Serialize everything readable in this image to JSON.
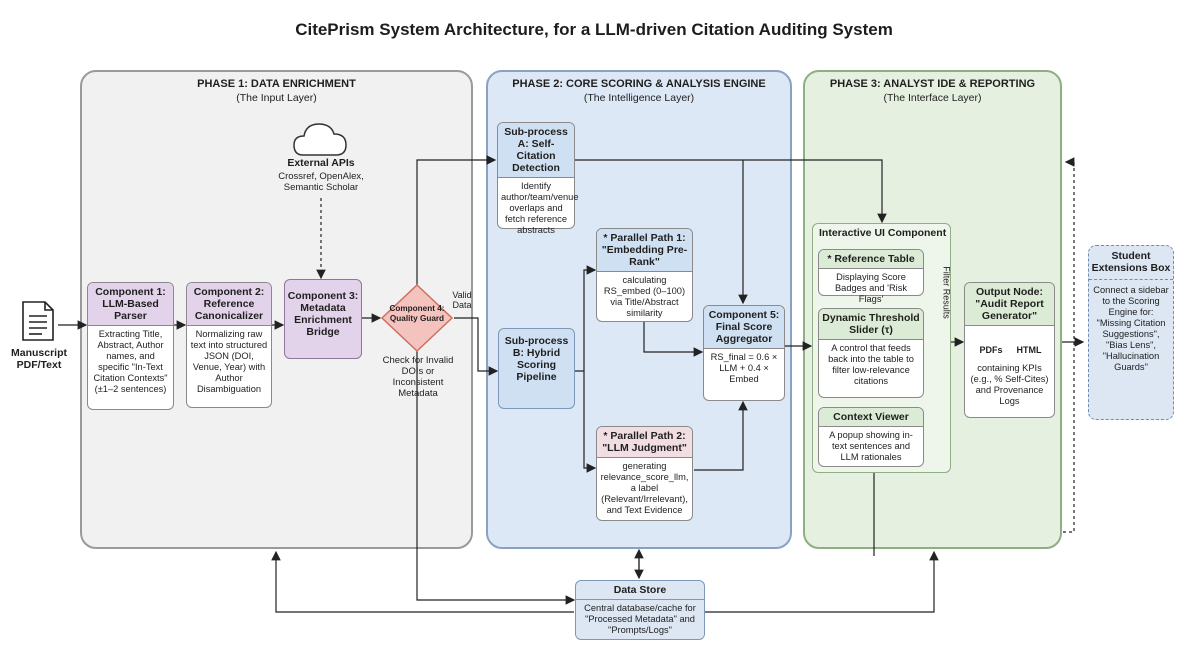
{
  "title": "CitePrism System Architecture, for a LLM-driven Citation Auditing System",
  "phases": [
    {
      "title": "PHASE 1: DATA ENRICHMENT",
      "subtitle": "(The Input Layer)"
    },
    {
      "title": "PHASE 2: CORE SCORING & ANALYSIS ENGINE",
      "subtitle": "(The Intelligence Layer)"
    },
    {
      "title": "PHASE 3: ANALYST IDE & REPORTING",
      "subtitle": "(The Interface Layer)"
    }
  ],
  "manuscript": {
    "label": "Manuscript PDF/Text",
    "icon": "document-icon"
  },
  "external_apis": {
    "title": "External APIs",
    "desc": "Crossref, OpenAlex, Semantic Scholar",
    "icon": "cloud-icon"
  },
  "component1": {
    "title": "Component 1: LLM-Based Parser",
    "desc": "Extracting Title, Abstract, Author names, and specific \"In-Text Citation Contexts\" (±1–2 sentences)"
  },
  "component2": {
    "title": "Component 2: Reference Canonicalizer",
    "desc": "Normalizing raw text into structured JSON (DOI, Venue, Year) with Author Disambiguation"
  },
  "component3": {
    "title": "Component 3: Metadata Enrichment Bridge"
  },
  "component4": {
    "title": "Component 4: Quality Guard",
    "valid": "Valid Data",
    "desc": "Check for Invalid DOIs or Inconsistent Metadata"
  },
  "subA": {
    "title": "Sub-process A: Self-Citation Detection",
    "desc": "Identify author/team/venue overlaps and fetch reference abstracts"
  },
  "subB": {
    "title": "Sub-process B: Hybrid Scoring Pipeline"
  },
  "path1": {
    "title": "* Parallel Path 1: \"Embedding Pre-Rank\"",
    "desc": "calculating RS_embed (0–100) via Title/Abstract similarity"
  },
  "path2": {
    "title": "* Parallel Path 2: \"LLM Judgment\"",
    "desc": "generating relevance_score_llm, a label (Relevant/Irrelevant), and Text Evidence"
  },
  "component5": {
    "title": "Component 5: Final Score Aggregator",
    "desc": "RS_final = 0.6 × LLM + 0.4 × Embed"
  },
  "ui_component": {
    "title": "Interactive UI Component"
  },
  "ref_table": {
    "title": "* Reference Table",
    "desc": "Displaying Score Badges and 'Risk Flags'"
  },
  "filter_label": "Filter Results",
  "threshold": {
    "title": "Dynamic Threshold Slider (τ)",
    "desc": "A control that feeds back into the table to filter low-relevance citations"
  },
  "context_viewer": {
    "title": "Context Viewer",
    "desc": "A popup showing in-text sentences and LLM rationales"
  },
  "output_node": {
    "title": "Output Node: \"Audit Report Generator\"",
    "pdf": "PDFs",
    "html": "HTML",
    "desc": "containing KPIs (e.g., % Self-Cites) and Provenance Logs"
  },
  "student_box": {
    "title": "Student Extensions Box",
    "desc": "Connect a sidebar to the Scoring Engine for: \"Missing Citation Suggestions\", \"Bias Lens\", \"Hallucination Guards\""
  },
  "data_store": {
    "title": "Data Store",
    "desc": "Central database/cache for \"Processed Metadata\" and \"Prompts/Logs\""
  },
  "colors": {
    "phase1": "#f1f1f1",
    "phase2": "#dde8f6",
    "phase3": "#e6f0e1",
    "purple": "#e2d3ea",
    "blue": "#cfe0f2",
    "pink": "#f2dde3",
    "guard": "#f4c3bd"
  }
}
